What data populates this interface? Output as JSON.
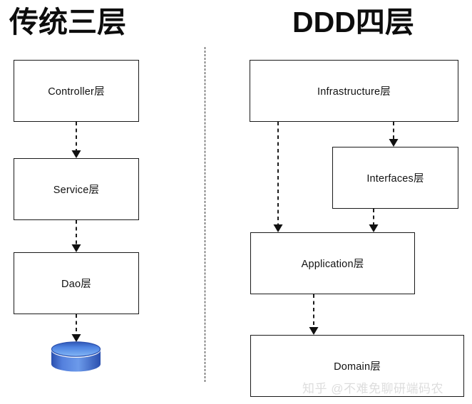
{
  "diagram": {
    "title_left": "传统三层",
    "title_right": "DDD四层",
    "divider": "vertical-dashed-separator",
    "colors": {
      "box_border": "#1a1a1a",
      "box_fill": "#ffffff",
      "connector": "#111111",
      "title_text": "#0d0d0d",
      "label_text": "#121212",
      "database_top": "#6aa6f0",
      "database_body_light": "#5b8ae0",
      "database_body_dark": "#2f56b5",
      "watermark": "#c9c9c9",
      "background": "#ffffff"
    }
  },
  "left_panel": {
    "title": "传统三层",
    "nodes": [
      {
        "id": "controller",
        "label": "Controller层"
      },
      {
        "id": "service",
        "label": "Service层"
      },
      {
        "id": "dao",
        "label": "Dao层"
      },
      {
        "id": "database",
        "label": "database-cylinder"
      }
    ],
    "edges": [
      {
        "from": "controller",
        "to": "service",
        "style": "dashed-arrow"
      },
      {
        "from": "service",
        "to": "dao",
        "style": "dashed-arrow"
      },
      {
        "from": "dao",
        "to": "database",
        "style": "dashed-arrow"
      }
    ]
  },
  "right_panel": {
    "title": "DDD四层",
    "nodes": [
      {
        "id": "infrastructure",
        "label": "Infrastructure层"
      },
      {
        "id": "interfaces",
        "label": "Interfaces层"
      },
      {
        "id": "application",
        "label": "Application层"
      },
      {
        "id": "domain",
        "label": "Domain层"
      }
    ],
    "edges": [
      {
        "from": "infrastructure",
        "to": "application",
        "style": "dashed-arrow"
      },
      {
        "from": "infrastructure",
        "to": "interfaces",
        "style": "dashed-arrow"
      },
      {
        "from": "interfaces",
        "to": "application",
        "style": "dashed-arrow"
      },
      {
        "from": "application",
        "to": "domain",
        "style": "dashed-arrow"
      }
    ]
  },
  "watermark": {
    "text": "知乎 @不难免聊研端码农"
  }
}
